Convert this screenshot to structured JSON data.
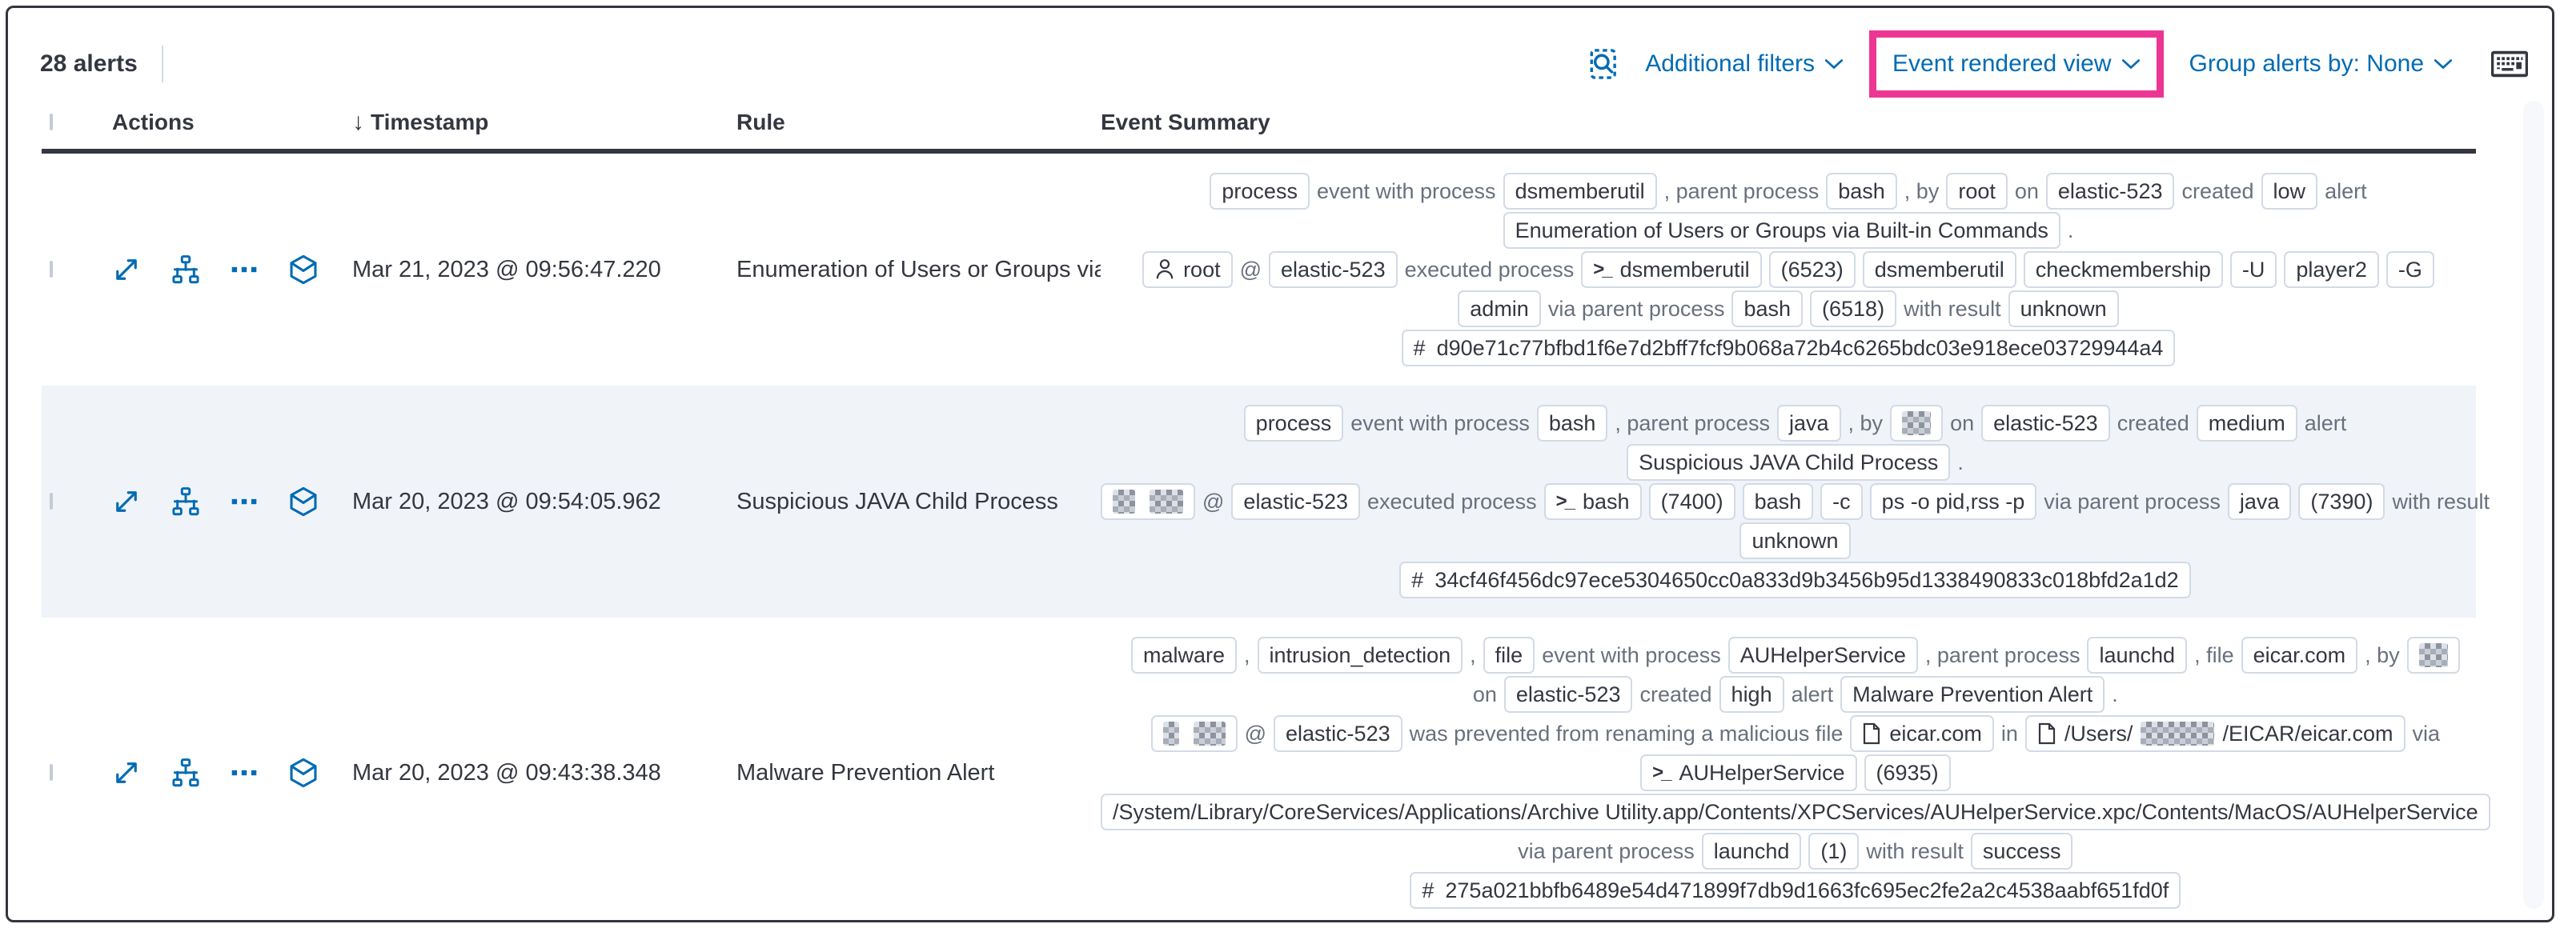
{
  "colors": {
    "accent_pink": "#ed3693",
    "link_blue": "#006bb4",
    "badge_border": "#d3dae6",
    "shaded_row": "#f0f4f9"
  },
  "toolbar": {
    "alert_count": "28 alerts",
    "inspect_icon": "inspect-icon",
    "additional_filters_label": "Additional filters",
    "view_selector_label": "Event rendered view",
    "group_by_label": "Group alerts by: None",
    "keyboard_icon": "keyboard-shortcuts-icon"
  },
  "table": {
    "headers": {
      "actions": "Actions",
      "timestamp": "Timestamp",
      "rule": "Rule",
      "summary": "Event Summary"
    },
    "sort_arrow": "↓",
    "action_icons": [
      "expand",
      "analyze-event",
      "more-actions",
      "investigate-in-timeline"
    ]
  },
  "rows": [
    {
      "shaded": false,
      "timestamp": "Mar 21, 2023 @ 09:56:47.220",
      "rule": "Enumeration of Users or Groups via Bui",
      "summary": [
        [
          {
            "kind": "badge",
            "parts": [
              {
                "text": "process"
              }
            ]
          },
          {
            "kind": "text",
            "text": "event with process"
          },
          {
            "kind": "badge",
            "parts": [
              {
                "text": "dsmemberutil"
              }
            ]
          },
          {
            "kind": "text",
            "text": ", parent process"
          },
          {
            "kind": "badge",
            "parts": [
              {
                "text": "bash"
              }
            ]
          },
          {
            "kind": "text",
            "text": ", by"
          },
          {
            "kind": "badge",
            "parts": [
              {
                "text": "root"
              }
            ]
          },
          {
            "kind": "text",
            "text": "on"
          },
          {
            "kind": "badge",
            "parts": [
              {
                "text": "elastic-523"
              }
            ]
          },
          {
            "kind": "text",
            "text": "created"
          },
          {
            "kind": "badge",
            "parts": [
              {
                "text": "low"
              }
            ]
          },
          {
            "kind": "text",
            "text": "alert"
          }
        ],
        [
          {
            "kind": "badge",
            "parts": [
              {
                "text": "Enumeration of Users or Groups via Built-in Commands"
              }
            ]
          },
          {
            "kind": "text",
            "text": "."
          }
        ],
        [
          {
            "kind": "badge",
            "icon": "user",
            "parts": [
              {
                "text": "root"
              }
            ]
          },
          {
            "kind": "text",
            "text": "@"
          },
          {
            "kind": "badge",
            "parts": [
              {
                "text": "elastic-523"
              }
            ]
          },
          {
            "kind": "text",
            "text": "executed process"
          },
          {
            "kind": "badge",
            "icon": "term",
            "parts": [
              {
                "text": "dsmemberutil"
              }
            ]
          },
          {
            "kind": "badge",
            "parts": [
              {
                "text": "(6523)"
              }
            ]
          },
          {
            "kind": "badge",
            "parts": [
              {
                "text": "dsmemberutil"
              }
            ]
          },
          {
            "kind": "badge",
            "parts": [
              {
                "text": "checkmembership"
              }
            ]
          },
          {
            "kind": "badge",
            "parts": [
              {
                "text": "-U"
              }
            ]
          },
          {
            "kind": "badge",
            "parts": [
              {
                "text": "player2"
              }
            ]
          },
          {
            "kind": "badge",
            "parts": [
              {
                "text": "-G"
              }
            ]
          }
        ],
        [
          {
            "kind": "badge",
            "parts": [
              {
                "text": "admin"
              }
            ]
          },
          {
            "kind": "text",
            "text": "via parent process"
          },
          {
            "kind": "badge",
            "parts": [
              {
                "text": "bash"
              }
            ]
          },
          {
            "kind": "badge",
            "parts": [
              {
                "text": "(6518)"
              }
            ]
          },
          {
            "kind": "text",
            "text": "with result"
          },
          {
            "kind": "badge",
            "parts": [
              {
                "text": "unknown"
              }
            ]
          }
        ],
        [
          {
            "kind": "badge",
            "icon": "hash",
            "parts": [
              {
                "text": "d90e71c77bfbd1f6e7d2bff7fcf9b068a72b4c6265bdc03e918ece03729944a4"
              }
            ]
          }
        ]
      ]
    },
    {
      "shaded": true,
      "timestamp": "Mar 20, 2023 @ 09:54:05.962",
      "rule": "Suspicious JAVA Child Process",
      "summary": [
        [
          {
            "kind": "badge",
            "parts": [
              {
                "text": "process"
              }
            ]
          },
          {
            "kind": "text",
            "text": "event with process"
          },
          {
            "kind": "badge",
            "parts": [
              {
                "text": "bash"
              }
            ]
          },
          {
            "kind": "text",
            "text": ", parent process"
          },
          {
            "kind": "badge",
            "parts": [
              {
                "text": "java"
              }
            ]
          },
          {
            "kind": "text",
            "text": ", by"
          },
          {
            "kind": "badge",
            "parts": [
              {
                "redact": 36
              }
            ]
          },
          {
            "kind": "text",
            "text": "on"
          },
          {
            "kind": "badge",
            "parts": [
              {
                "text": "elastic-523"
              }
            ]
          },
          {
            "kind": "text",
            "text": "created"
          },
          {
            "kind": "badge",
            "parts": [
              {
                "text": "medium"
              }
            ]
          },
          {
            "kind": "text",
            "text": "alert"
          }
        ],
        [
          {
            "kind": "badge",
            "parts": [
              {
                "text": "Suspicious JAVA Child Process"
              }
            ]
          },
          {
            "kind": "text",
            "text": "."
          }
        ],
        [
          {
            "kind": "badge",
            "parts": [
              {
                "redact": 28
              },
              {
                "redact": 42
              }
            ]
          },
          {
            "kind": "text",
            "text": "@"
          },
          {
            "kind": "badge",
            "parts": [
              {
                "text": "elastic-523"
              }
            ]
          },
          {
            "kind": "text",
            "text": "executed process"
          },
          {
            "kind": "badge",
            "icon": "term",
            "parts": [
              {
                "text": "bash"
              }
            ]
          },
          {
            "kind": "badge",
            "parts": [
              {
                "text": "(7400)"
              }
            ]
          },
          {
            "kind": "badge",
            "parts": [
              {
                "text": "bash"
              }
            ]
          },
          {
            "kind": "badge",
            "parts": [
              {
                "text": "-c"
              }
            ]
          },
          {
            "kind": "badge",
            "parts": [
              {
                "text": "ps -o pid,rss -p"
              }
            ]
          },
          {
            "kind": "text",
            "text": "via parent process"
          },
          {
            "kind": "badge",
            "parts": [
              {
                "text": "java"
              }
            ]
          },
          {
            "kind": "badge",
            "parts": [
              {
                "text": "(7390)"
              }
            ]
          },
          {
            "kind": "text",
            "text": "with result"
          }
        ],
        [
          {
            "kind": "badge",
            "parts": [
              {
                "text": "unknown"
              }
            ]
          }
        ],
        [
          {
            "kind": "badge",
            "icon": "hash",
            "parts": [
              {
                "text": "34cf46f456dc97ece5304650cc0a833d9b3456b95d1338490833c018bfd2a1d2"
              }
            ]
          }
        ]
      ]
    },
    {
      "shaded": false,
      "timestamp": "Mar 20, 2023 @ 09:43:38.348",
      "rule": "Malware Prevention Alert",
      "summary": [
        [
          {
            "kind": "badge",
            "parts": [
              {
                "text": "malware"
              }
            ]
          },
          {
            "kind": "text",
            "text": ","
          },
          {
            "kind": "badge",
            "parts": [
              {
                "text": "intrusion_detection"
              }
            ]
          },
          {
            "kind": "text",
            "text": ","
          },
          {
            "kind": "badge",
            "parts": [
              {
                "text": "file"
              }
            ]
          },
          {
            "kind": "text",
            "text": "event with process"
          },
          {
            "kind": "badge",
            "parts": [
              {
                "text": "AUHelperService"
              }
            ]
          },
          {
            "kind": "text",
            "text": ", parent process"
          },
          {
            "kind": "badge",
            "parts": [
              {
                "text": "launchd"
              }
            ]
          },
          {
            "kind": "text",
            "text": ", file"
          },
          {
            "kind": "badge",
            "parts": [
              {
                "text": "eicar.com"
              }
            ]
          },
          {
            "kind": "text",
            "text": ", by"
          },
          {
            "kind": "badge",
            "parts": [
              {
                "redact": 36
              }
            ]
          }
        ],
        [
          {
            "kind": "text",
            "text": "on"
          },
          {
            "kind": "badge",
            "parts": [
              {
                "text": "elastic-523"
              }
            ]
          },
          {
            "kind": "text",
            "text": "created"
          },
          {
            "kind": "badge",
            "parts": [
              {
                "text": "high"
              }
            ]
          },
          {
            "kind": "text",
            "text": "alert"
          },
          {
            "kind": "badge",
            "parts": [
              {
                "text": "Malware Prevention Alert"
              }
            ]
          },
          {
            "kind": "text",
            "text": "."
          }
        ],
        [
          {
            "kind": "badge",
            "parts": [
              {
                "redact": 20
              },
              {
                "redact": 40
              }
            ]
          },
          {
            "kind": "text",
            "text": "@"
          },
          {
            "kind": "badge",
            "parts": [
              {
                "text": "elastic-523"
              }
            ]
          },
          {
            "kind": "text",
            "text": "was prevented from renaming a malicious file"
          },
          {
            "kind": "badge",
            "icon": "file",
            "parts": [
              {
                "text": "eicar.com"
              }
            ]
          },
          {
            "kind": "text",
            "text": "in"
          },
          {
            "kind": "badge",
            "icon": "file",
            "parts": [
              {
                "text": "/Users/"
              },
              {
                "redact": 92
              },
              {
                "text": "/EICAR/eicar.com"
              }
            ]
          },
          {
            "kind": "text",
            "text": "via"
          }
        ],
        [
          {
            "kind": "badge",
            "icon": "term",
            "parts": [
              {
                "text": "AUHelperService"
              }
            ]
          },
          {
            "kind": "badge",
            "parts": [
              {
                "text": "(6935)"
              }
            ]
          }
        ],
        [
          {
            "kind": "badge",
            "parts": [
              {
                "text": "/System/Library/CoreServices/Applications/Archive Utility.app/Contents/XPCServices/AUHelperService.xpc/Contents/MacOS/AUHelperService"
              }
            ]
          }
        ],
        [
          {
            "kind": "text",
            "text": "via parent process"
          },
          {
            "kind": "badge",
            "parts": [
              {
                "text": "launchd"
              }
            ]
          },
          {
            "kind": "badge",
            "parts": [
              {
                "text": "(1)"
              }
            ]
          },
          {
            "kind": "text",
            "text": "with result"
          },
          {
            "kind": "badge",
            "parts": [
              {
                "text": "success"
              }
            ]
          }
        ],
        [
          {
            "kind": "badge",
            "icon": "hash",
            "parts": [
              {
                "text": "275a021bbfb6489e54d471899f7db9d1663fc695ec2fe2a2c4538aabf651fd0f"
              }
            ]
          }
        ]
      ]
    }
  ]
}
